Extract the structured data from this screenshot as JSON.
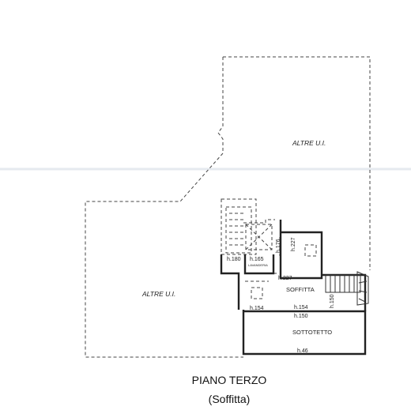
{
  "plan": {
    "title": "PIANO TERZO",
    "subtitle": "(Soffitta)",
    "areas": {
      "other_upper": "ALTRE U.I.",
      "other_left": "ALTRE U.I."
    },
    "rooms": {
      "soffitta": "SOFFITTA",
      "sottotetto": "SOTTOTETTO",
      "lavanderia": "LAVANDERIA"
    },
    "heights": {
      "h180": "h.180",
      "h165": "h.165",
      "h176": "h.176",
      "h227_top": "h.227",
      "h227_mid": "h.227",
      "h154_left": "h.154",
      "h154_right": "h.154",
      "h150_row": "h.150",
      "h150_vert": "h.150",
      "h46": "h.46"
    }
  }
}
